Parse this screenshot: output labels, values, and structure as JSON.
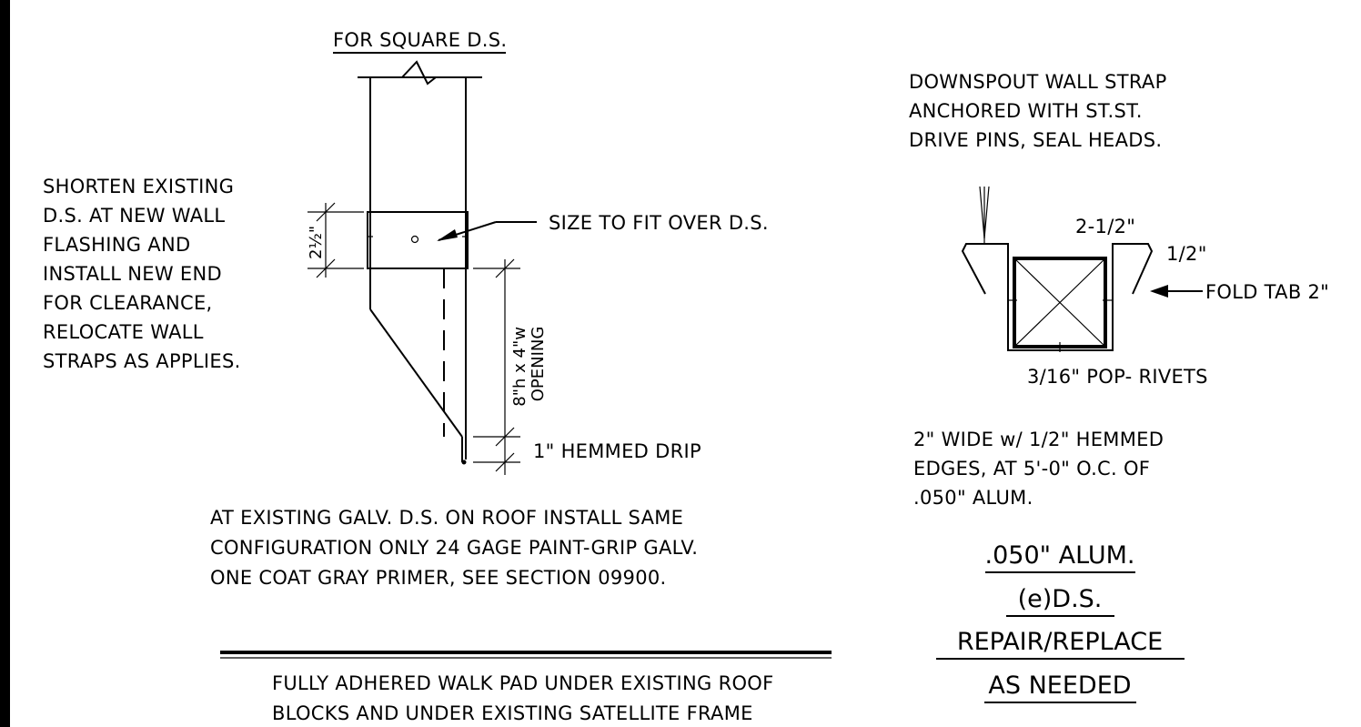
{
  "colors": {
    "ink": "#000000",
    "paper": "#ffffff"
  },
  "left_detail": {
    "title": "FOR SQUARE D.S.",
    "note_lines": [
      "SHORTEN EXISTING",
      "D.S. AT NEW WALL",
      "FLASHING AND",
      "INSTALL NEW END",
      "FOR CLEARANCE,",
      "RELOCATE WALL",
      "STRAPS AS APPLIES."
    ],
    "size_callout": "SIZE TO FIT OVER D.S.",
    "dim_top": "2½\"",
    "dim_opening_line1": "8\"h x 4\"w",
    "dim_opening_line2": "OPENING",
    "drip_callout": "1\" HEMMED DRIP",
    "bottom_note_lines": [
      "AT EXISTING GALV. D.S. ON ROOF INSTALL SAME",
      "CONFIGURATION ONLY 24 GAGE PAINT-GRIP GALV.",
      "ONE COAT GRAY PRIMER, SEE SECTION 09900."
    ]
  },
  "walk_pad_note_lines": [
    "FULLY ADHERED WALK PAD UNDER EXISTING ROOF",
    "BLOCKS AND UNDER EXISTING SATELLITE FRAME"
  ],
  "right_detail": {
    "note_lines": [
      "DOWNSPOUT WALL STRAP",
      "ANCHORED WITH ST.ST.",
      "DRIVE PINS, SEAL HEADS."
    ],
    "dim_width": "2-1/2\"",
    "dim_tab": "1/2\"",
    "fold_tab_callout": "FOLD TAB 2\"",
    "rivets_label": "3/16\" POP- RIVETS",
    "strap_note_lines": [
      "2\" WIDE w/ 1/2\" HEMMED",
      "EDGES, AT 5'-0\" O.C. OF",
      ".050\" ALUM."
    ],
    "title_lines": [
      ".050\" ALUM.",
      "(e)D.S.",
      "REPAIR/REPLACE",
      "AS NEEDED"
    ]
  }
}
